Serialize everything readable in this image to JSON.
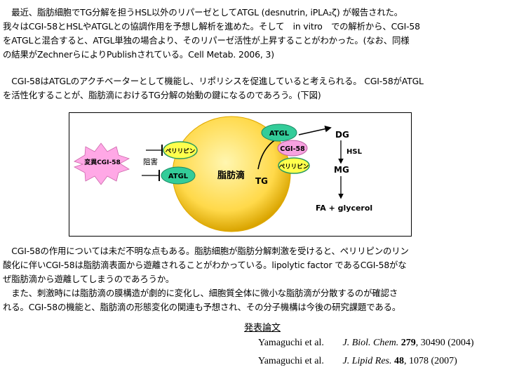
{
  "paragraph1": {
    "lines": [
      "　最近、脂肪細胞でTG分解を担うHSL以外のリパーゼとしてATGL (desnutrin, iPLA₂ζ) が報告された。",
      "我々はCGI-58とHSLやATGLとの協調作用を予想し解析を進めた。そして　in vitro　での解析から、CGI-58",
      "をATGLと混合すると、ATGL単独の場合より、そのリパーゼ活性が上昇することがわかった。(なお、同様",
      "の結果がZechnerらによりPublishされている。Cell Metab. 2006, 3)"
    ]
  },
  "paragraph2": {
    "lines": [
      "　CGI-58はATGLのアクチベーターとして機能し、リポリシスを促進していると考えられる。 CGI-58がATGL",
      "を活性化することが、脂肪滴におけるTG分解の始動の鍵になるのであろう。(下図)"
    ]
  },
  "figure": {
    "lipid_droplet_label": "脂肪滴",
    "tg_label": "TG",
    "atgl_top_label": "ATGL",
    "cgi58_label": "CGI-58",
    "perilipin_top_label": "ペリリピン",
    "perilipin_right_label": "ペリリピン",
    "atgl_left_label": "ATGL",
    "mutant_label": "変異CGI-58",
    "inhibition_label": "阻害",
    "dg_label": "DG",
    "hsl_label": "HSL",
    "mg_label": "MG",
    "products_label": "FA + glycerol",
    "colors": {
      "droplet": "#ffd94a",
      "droplet_edge": "#d9a400",
      "protein_green": "#33cc99",
      "protein_pink": "#f7a1e0",
      "perilipin_yellow": "#ffff4d",
      "starburst": "#ffa8e6"
    }
  },
  "paragraph3": {
    "lines": [
      "　CGI-58の作用については未だ不明な点もある。脂肪細胞が脂肪分解刺激を受けると、ペリリピンのリン",
      "酸化に伴いCGI-58は脂肪滴表面から遊離されることがわかっている。lipolytic factor であるCGI-58がな",
      "ぜ脂肪滴から遊離してしまうのであろうか。",
      "　また、刺激時には脂肪滴の膜構造が劇的に変化し、細胞質全体に微小な脂肪滴が分散するのが確認さ",
      "れる。CGI-58の機能と、脂肪滴の形態変化の関連も予想され、その分子機構は今後の研究課題である。"
    ]
  },
  "publications": {
    "heading": "発表論文",
    "refs": [
      {
        "authors": "Yamaguchi et al.",
        "journal": "J. Biol. Chem.",
        "volume": "279",
        "rest": ", 30490 (2004)"
      },
      {
        "authors": "Yamaguchi et al.",
        "journal": "J. Lipid Res.",
        "volume": "48",
        "rest": ", 1078  (2007)"
      }
    ]
  }
}
